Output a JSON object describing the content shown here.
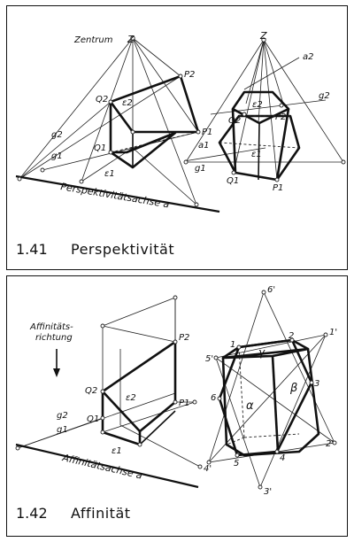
{
  "figure_41": {
    "number": "1.41",
    "title": "Perspektivität",
    "labels": {
      "zentrum": "Zentrum",
      "z_left": "Z",
      "z_right": "Z",
      "p2_left": "P2",
      "q2_left": "Q2",
      "e2_left": "ε2",
      "q1_left": "Q1",
      "p1_left": "P1",
      "g2_left": "g2",
      "g1_left": "g1",
      "e1_left": "ε1",
      "axis": "Perspektivitätsachse a",
      "a2_right": "a2",
      "g2_right": "g2",
      "q2_right": "Q2",
      "e2_right": "ε2",
      "p2_right": "P2",
      "a1_right": "a1",
      "e1_right": "ε1",
      "g1_right": "g1",
      "q1_right": "Q1",
      "p1_right": "P1"
    }
  },
  "figure_42": {
    "number": "1.42",
    "title": "Affinität",
    "labels": {
      "direction": "Affinitäts-",
      "direction2": "richtung",
      "p2_left": "P2",
      "q2_left": "Q2",
      "e2_left": "ε2",
      "p1_left": "P1",
      "q1_left": "Q1",
      "g2_left": "g2",
      "g1_left": "g1",
      "e1_left": "ε1",
      "axis": "Affinitätsachse a",
      "n6p": "6'",
      "n1p": "1'",
      "n1": "1",
      "n2": "2",
      "n5p": "5'",
      "gamma": "γ",
      "n3": "3",
      "n6": "6",
      "alpha": "α",
      "beta": "β",
      "n2p": "2'",
      "n4p": "4'",
      "n5": "5",
      "n4": "4",
      "n3p": "3'"
    }
  }
}
